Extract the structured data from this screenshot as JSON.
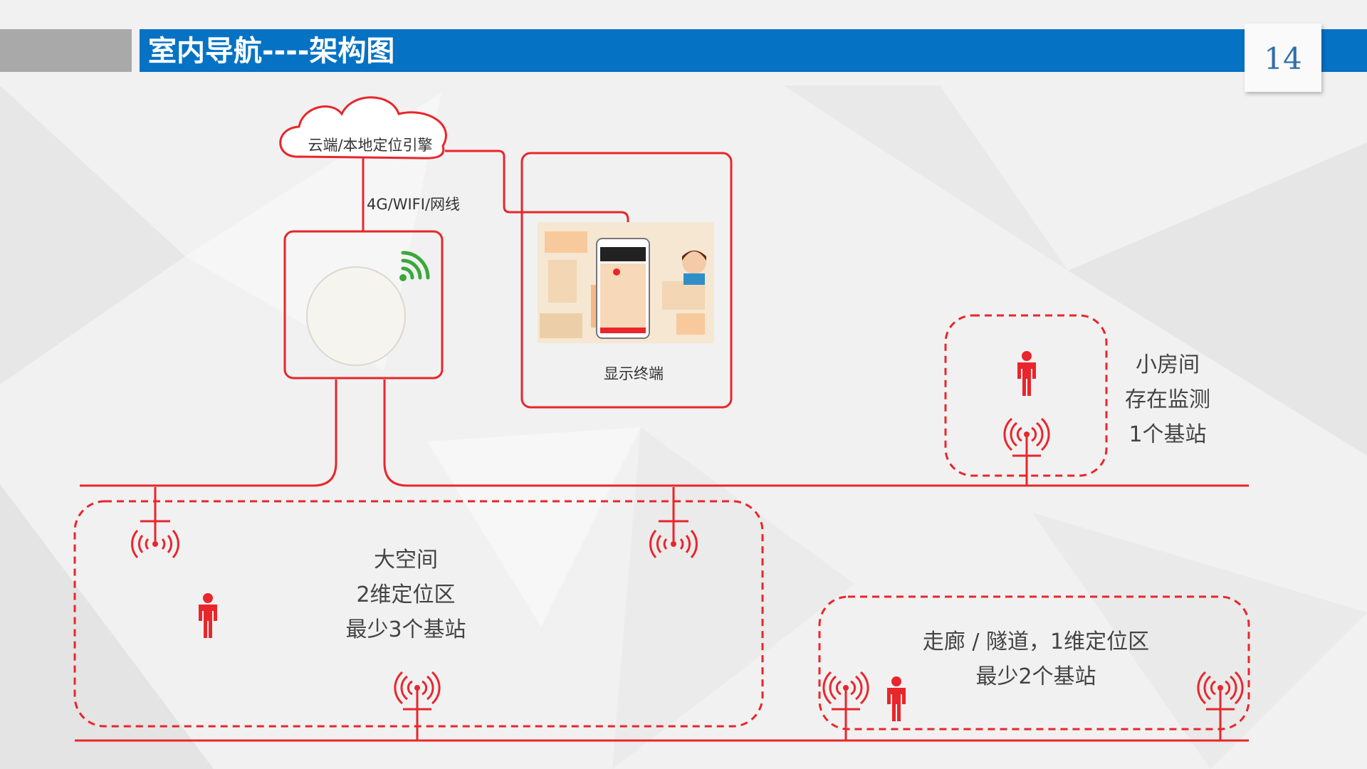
{
  "header": {
    "title": "室内导航----架构图",
    "page_number": "14"
  },
  "diagram": {
    "cloud_label": "云端/本地定位引擎",
    "link_label": "4G/WIFI/网线",
    "display_label": "显示终端",
    "zones": {
      "small_room": [
        "小房间",
        "存在监测",
        "1个基站"
      ],
      "large_space": [
        "大空间",
        "2维定位区",
        "最少3个基站"
      ],
      "corridor": [
        "走廊 / 隧道，1维定位区",
        "最少2个基站"
      ]
    }
  },
  "colors": {
    "header_blue": "#0672c4",
    "header_gray": "#a9a9a9",
    "accent_red": "#e8262b",
    "wifi_green": "#3aa83a"
  }
}
